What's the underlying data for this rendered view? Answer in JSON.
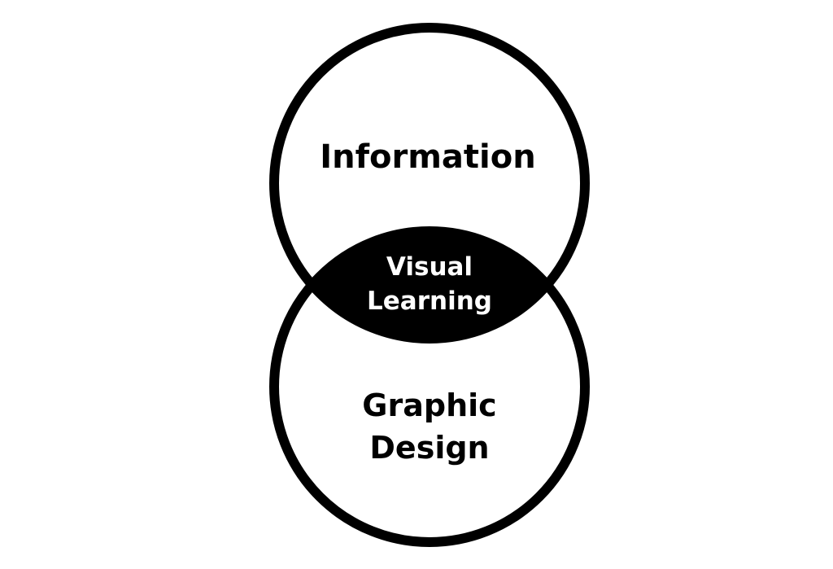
{
  "diagram": {
    "type": "venn",
    "sets": [
      {
        "label_lines": [
          "Information"
        ]
      },
      {
        "label_lines": [
          "Graphic",
          "Design"
        ]
      }
    ],
    "intersection": {
      "label_lines": [
        "Visual",
        "Learning"
      ]
    },
    "colors": {
      "stroke": "#000000",
      "intersection_fill": "#000000",
      "background": "#ffffff",
      "intersection_text": "#ffffff"
    }
  }
}
